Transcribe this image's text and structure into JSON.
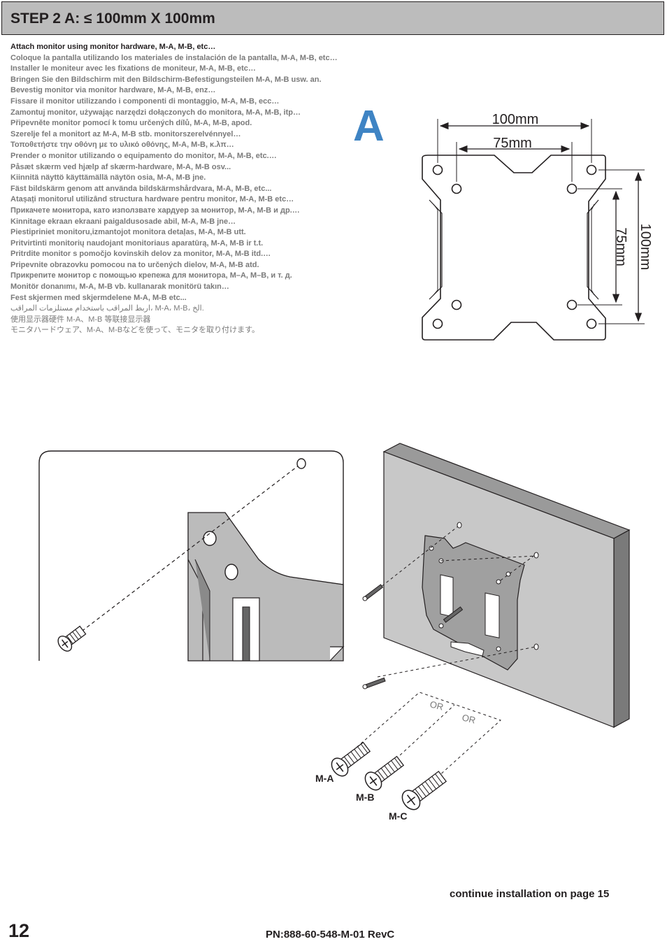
{
  "header": {
    "title": "STEP 2 A:    ≤ 100mm X 100mm"
  },
  "instructions": [
    "Attach monitor using monitor hardware, M-A, M-B, etc…",
    "Coloque la pantalla utilizando los materiales de instalación de la pantalla, M-A, M-B, etc…",
    "Installer le moniteur avec les fixations de moniteur, M-A, M-B, etc…",
    "Bringen Sie den Bildschirm mit den Bildschirm-Befestigungsteilen M-A, M-B usw. an.",
    "Bevestig monitor via monitor hardware, M-A, M-B, enz…",
    "Fissare il monitor utilizzando i componenti di montaggio, M-A, M-B, ecc…",
    "Zamontuj monitor, używając narzędzi dołączonych do monitora, M-A, M-B, itp…",
    "Připevněte monitor pomocí k tomu určených dílů, M-A, M-B, apod.",
    "Szerelje fel a monitort az M-A, M-B stb. monitorszerelvénnyel…",
    "Τοποθετήστε την οθόνη με το υλικό οθόνης, M-A, M-B, κ.λπ…",
    "Prender o monitor utilizando o equipamento do monitor, M-A, M-B, etc.…",
    "Påsæt skærm ved hjælp af skærm-hardware, M-A, M-B osv...",
    "Kiinnitä näyttö käyttämällä näytön osia, M-A, M-B jne.",
    "Fäst bildskärm genom att använda bildskärmshårdvara, M-A, M-B, etc...",
    "Atașați monitorul utilizând structura hardware pentru monitor, M-A, M-B etc…",
    "Прикачете монитора, като използвате хардуер за монитор, M-A, M-B и др.…",
    "Kinnitage ekraan ekraani paigaldusosade abil, M-A, M-B jne…",
    "Piestipriniet monitoru,izmantojot monitora detaļas, M-A, M-B utt.",
    "Pritvirtinti monitorių naudojant monitoriaus aparatūrą, M-A, M-B ir t.t.",
    "Pritrdite monitor s pomočjo kovinskih delov za monitor, M-A, M-B itd.…",
    "Pripevnite obrazovku pomocou na to určených dielov, M-A, M-B atd.",
    "Прикрепите монитор с помощью крепежа для монитора, M–A, M–B, и т. д.",
    "Monitör donanımı, M-A, M-B vb. kullanarak monitörü takın…",
    "Fest skjermen med skjermdelene M-A, M-B etc...",
    "اربط المراقب باستخدام مستلزمات المراقب، M-A، M-B، الخ.",
    "使用显示器硬件 M-A、M-B 等联接显示器",
    "モニタハードウェア、M-A、M-Bなどを使って、モニタを取り付けます。"
  ],
  "figure_a": {
    "letter": "A",
    "dim_100_top": "100mm",
    "dim_75_top": "75mm",
    "dim_75_side": "75mm",
    "dim_100_side": "100mm"
  },
  "hardware": {
    "or_1": "OR",
    "or_2": "OR",
    "ma": "M-A",
    "mb": "M-B",
    "mc": "M-C"
  },
  "footer": {
    "continue": "continue installation on page 15",
    "page_number": "12",
    "part_number": "PN:888-60-548-M-01 RevC"
  },
  "colors": {
    "header_bg": "#bcbcbc",
    "accent_blue": "#3f84c4",
    "text_gray": "#7a7a7a",
    "wall_gray": "#c8c8c8"
  }
}
